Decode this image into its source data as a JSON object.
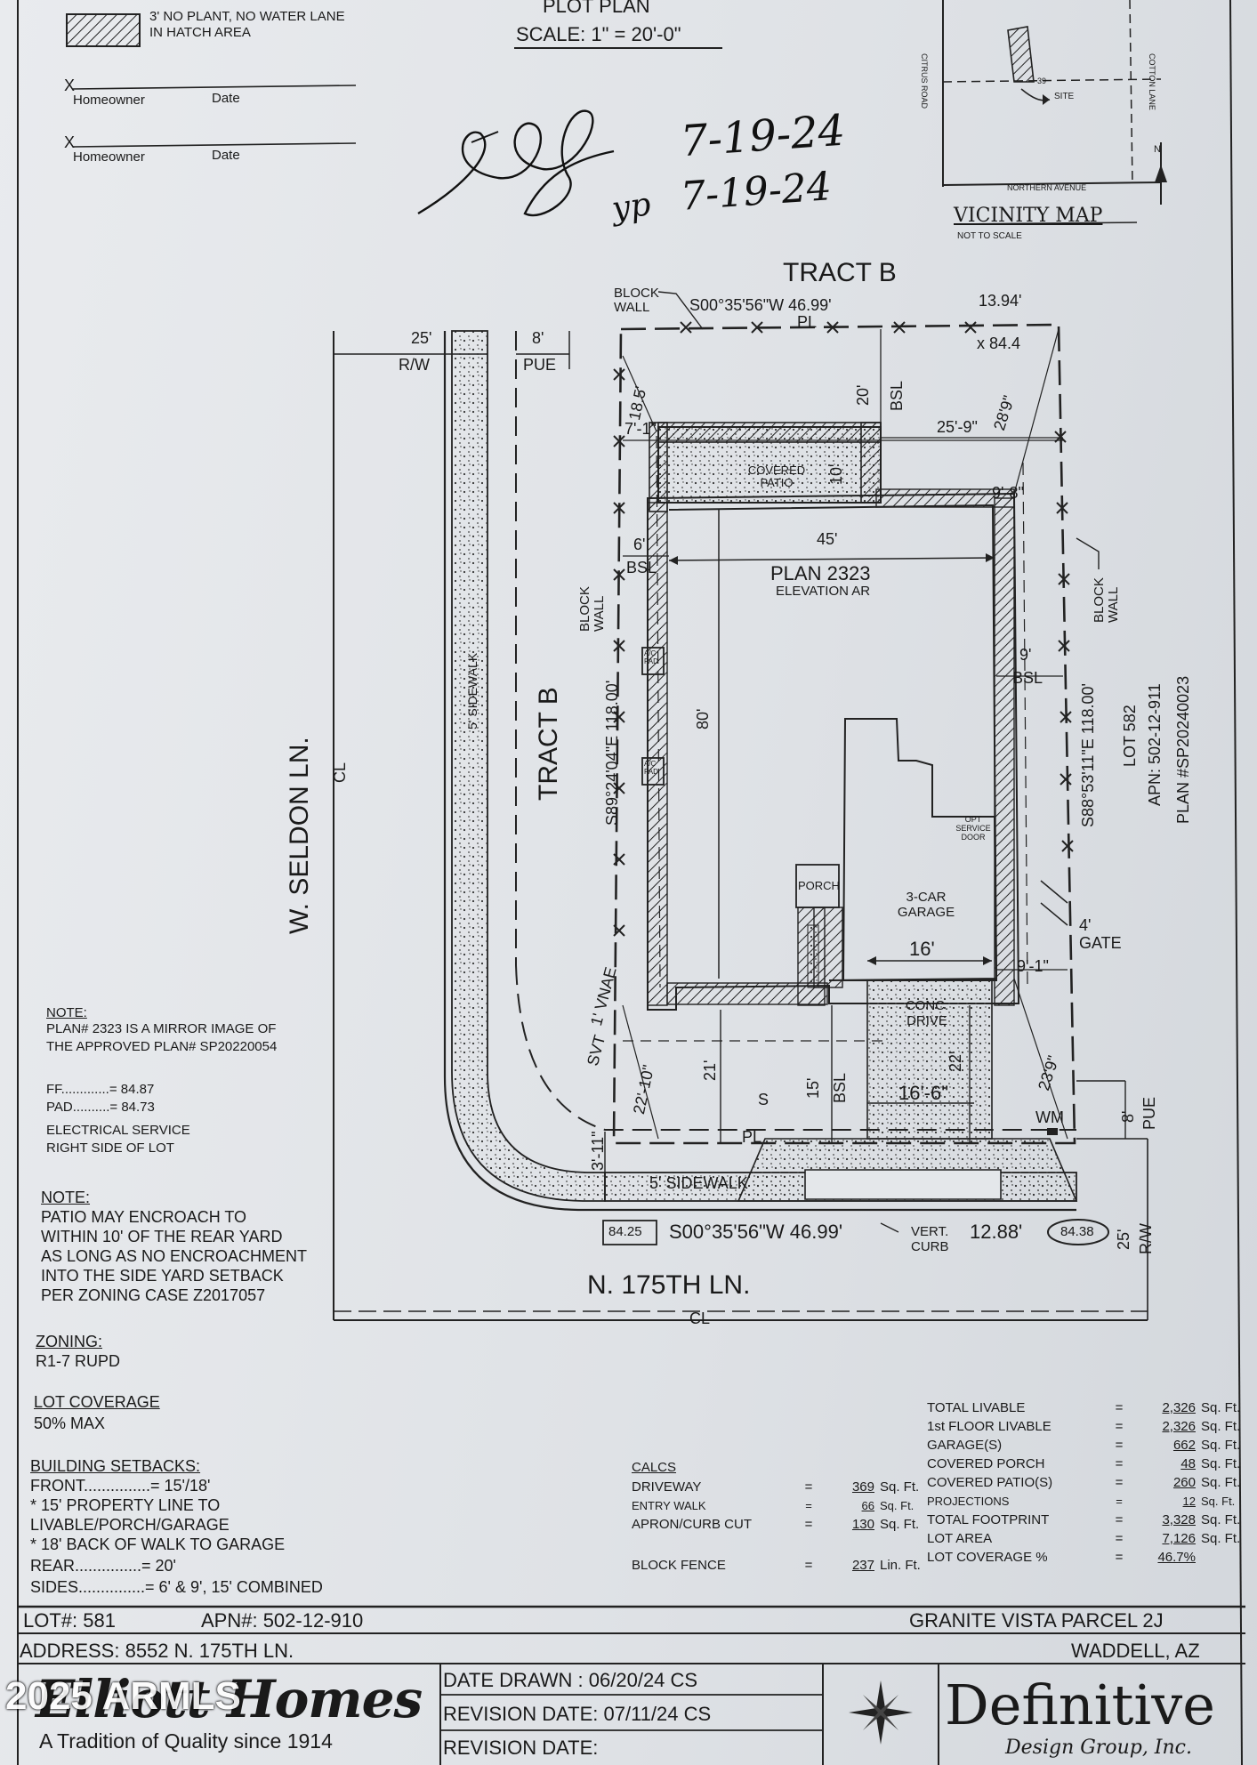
{
  "legend": {
    "hatch_note": "3' NO PLANT, NO WATER LANE IN HATCH AREA"
  },
  "plot_plan": {
    "title": "PLOT PLAN",
    "scale": "SCALE: 1\" = 20'-0\""
  },
  "signatures": {
    "x_mark": "X",
    "homeowner": "Homeowner",
    "date": "Date",
    "handwritten_date_1": "7-19-24",
    "handwritten_date_2": "7-19-24",
    "initials": "yp"
  },
  "vicinity": {
    "title": "VICINITY MAP",
    "subtitle": "NOT TO SCALE",
    "road_left": "CITRUS ROAD",
    "road_right": "COTTON LANE",
    "road_bottom": "NORTHERN AVENUE",
    "site": "SITE",
    "number": "39",
    "north": "N"
  },
  "site": {
    "tract_top": "TRACT B",
    "tract_left": "TRACT B",
    "block_wall": "BLOCK WALL",
    "top_bearing": "S00°35'56\"W 46.99'",
    "top_right_dim": "13.94'",
    "spot_elev": "x 84.4",
    "rw_left_dim": "25'",
    "rw_label": "R/W",
    "pue_dim": "8'",
    "pue_label": "PUE",
    "dim_18_5": "18.5'",
    "dim_20": "20'",
    "bsl": "BSL",
    "dim_28_9": "28'9\"",
    "dim_7_1": "7'-1\"",
    "dim_25_9": "25'-9\"",
    "covered_patio": "COVERED PATIO",
    "dim_10": "10'",
    "dim_9_8": "9'-8\"",
    "dim_6": "6'",
    "dim_45": "45'",
    "plan": "PLAN 2323",
    "elevation": "ELEVATION AR",
    "dim_9": "9'",
    "left_bearing": "S89°24'04\"E 118.00'",
    "right_bearing": "S88°53'11\"E 118.00'",
    "dim_80": "80'",
    "lot_label": "LOT 582",
    "apn_label": "APN: 502-12-911",
    "plan_label": "PLAN #SP20240023",
    "ac_pad_1": "A/C PAD",
    "ac_pad_2": "A/C PAD",
    "opt_door": "OPT SERVICE DOOR",
    "porch": "PORCH",
    "garage": "3-CAR GARAGE",
    "gate": "4' GATE",
    "dim_16": "16'",
    "dim_9_1": "9'-1\"",
    "vnae": "1' VNAE",
    "svt": "SVT",
    "conc_drive": "CONC. DRIVE",
    "dim_22_10": "22'-10\"",
    "dim_21": "21'",
    "dim_15": "15'",
    "dim_22": "22'",
    "dim_23_9": "23'9\"",
    "dim_16_6": "16'-6\"",
    "s_mark": "S",
    "wm": "WM",
    "dim_3_11": "3'-11\"",
    "sidewalk_bottom": "5' SIDEWALK",
    "sidewalk_left": "5' SIDEWALK",
    "street_left": "W. SELDON LN.",
    "street_bottom": "N. 175TH LN.",
    "elev_left": "84.25",
    "bottom_bearing": "S00°35'56\"W 46.99'",
    "vert_curb": "VERT. CURB",
    "dim_12_88": "12.88'",
    "elev_right": "84.38",
    "rw_bottom_dim": "25'",
    "pl": "PL",
    "cl": "CL"
  },
  "notes": {
    "note1_head": "NOTE:",
    "note1_line1": "PLAN# 2323 IS A MIRROR IMAGE OF",
    "note1_line2": "THE APPROVED PLAN# SP20220054",
    "ff": "FF.............= 84.87",
    "pad": "PAD..........= 84.73",
    "elec_1": "ELECTRICAL SERVICE",
    "elec_2": "RIGHT SIDE OF LOT",
    "note2_head": "NOTE:",
    "note2_lines": [
      "PATIO MAY ENCROACH TO",
      "WITHIN 10' OF THE REAR YARD",
      "AS LONG AS NO ENCROACHMENT",
      "INTO THE SIDE YARD SETBACK",
      "PER ZONING CASE Z2017057"
    ],
    "zoning_head": "ZONING:",
    "zoning_val": "R1-7 RUPD",
    "coverage_head": "LOT COVERAGE",
    "coverage_val": "50% MAX",
    "setbacks_head": "BUILDING SETBACKS:",
    "setbacks_lines": [
      "FRONT...............= 15'/18'",
      "* 15' PROPERTY LINE TO",
      "LIVABLE/PORCH/GARAGE",
      "* 18' BACK OF WALK TO GARAGE",
      "REAR...............= 20'",
      "SIDES...............= 6' & 9', 15' COMBINED"
    ]
  },
  "calcs": {
    "head": "CALCS",
    "rows": [
      {
        "label": "DRIVEWAY",
        "eq": "=",
        "value": "369",
        "unit": "Sq. Ft."
      },
      {
        "label": "ENTRY WALK",
        "eq": "=",
        "value": "66",
        "unit": "Sq. Ft."
      },
      {
        "label": "APRON/CURB CUT",
        "eq": "=",
        "value": "130",
        "unit": "Sq. Ft."
      }
    ],
    "fence": {
      "label": "BLOCK FENCE",
      "eq": "=",
      "value": "237",
      "unit": "Lin. Ft."
    }
  },
  "areas": {
    "rows": [
      {
        "label": "TOTAL LIVABLE",
        "eq": "=",
        "value": "2,326",
        "unit": "Sq. Ft."
      },
      {
        "label": "1st FLOOR LIVABLE",
        "eq": "=",
        "value": "2,326",
        "unit": "Sq. Ft."
      },
      {
        "label": "GARAGE(S)",
        "eq": "=",
        "value": "662",
        "unit": "Sq. Ft."
      },
      {
        "label": "COVERED PORCH",
        "eq": "=",
        "value": "48",
        "unit": "Sq. Ft."
      },
      {
        "label": "COVERED PATIO(S)",
        "eq": "=",
        "value": "260",
        "unit": "Sq. Ft."
      },
      {
        "label": "PROJECTIONS",
        "eq": "=",
        "value": "12",
        "unit": "Sq. Ft."
      },
      {
        "label": "TOTAL FOOTPRINT",
        "eq": "=",
        "value": "3,328",
        "unit": "Sq. Ft."
      },
      {
        "label": "LOT AREA",
        "eq": "=",
        "value": "7,126",
        "unit": "Sq. Ft."
      },
      {
        "label": "LOT COVERAGE %",
        "eq": "=",
        "value": "46.7%",
        "unit": ""
      }
    ]
  },
  "title_block": {
    "lot": "LOT#: 581",
    "apn": "APN#: 502-12-910",
    "subdivision": "GRANITE VISTA PARCEL 2J",
    "address": "ADDRESS: 8552 N. 175TH LN.",
    "city": "WADDELL, AZ",
    "builder": "Elliott Homes",
    "tagline": "A Tradition of Quality since 1914",
    "date_drawn": "DATE DRAWN  :  06/20/24 CS",
    "revision_1": "REVISION DATE:  07/11/24 CS",
    "revision_2": "REVISION DATE:",
    "designer": "Definitive",
    "designer_sub": "Design Group, Inc.",
    "watermark": "2025 ARMLS"
  },
  "colors": {
    "ink": "#1a1a1a",
    "paper": "#e4e7ea"
  }
}
